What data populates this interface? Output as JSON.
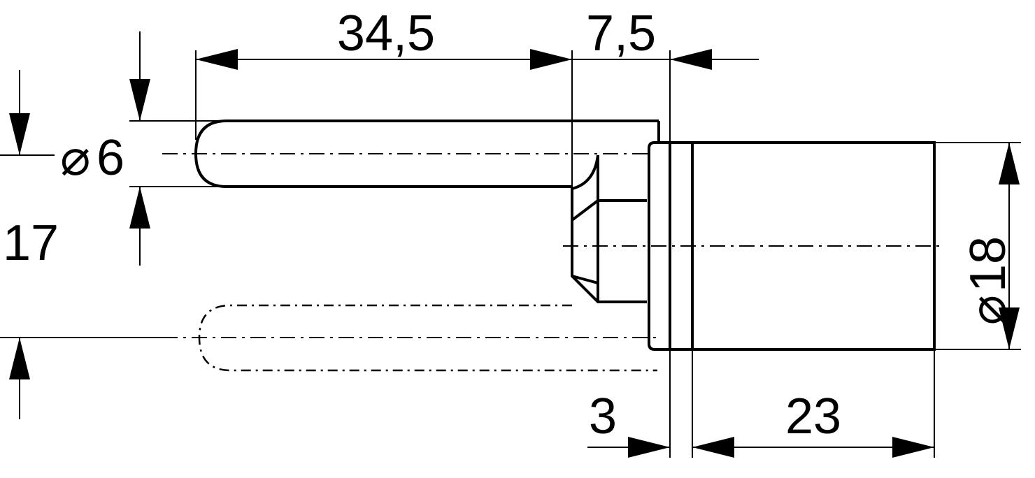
{
  "drawing": {
    "dimensions": {
      "pin_length": "34,5",
      "collar_offset": "7,5",
      "pin_diameter": "6",
      "swing_offset": "17",
      "body_diameter": "18",
      "flange_width": "3",
      "body_length": "23"
    },
    "diameter_symbol": "⌀",
    "colors": {
      "line": "#000000",
      "background": "#ffffff"
    }
  }
}
